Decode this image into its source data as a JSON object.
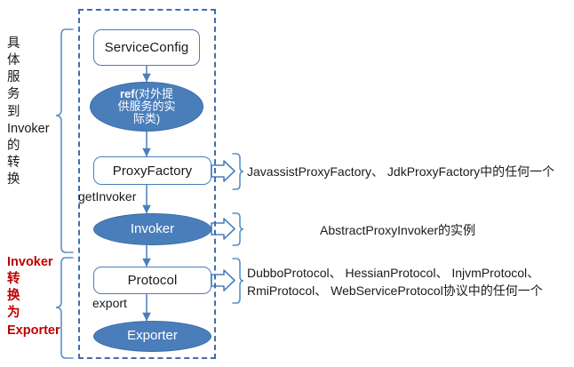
{
  "diagram": {
    "title": "Dubbo service export flow",
    "container_label": "service-export-flow-container",
    "colors": {
      "node_fill": "#4a7ebb",
      "node_stroke": "#4a7ebb",
      "dashed_border": "#3f6fb0",
      "brace": "#5b8fc9",
      "arrow": "#4a7ebb",
      "text_dark": "#1a1a1a",
      "text_red": "#c00000"
    }
  },
  "flow": {
    "nodes": [
      {
        "id": "service-config",
        "label": "ServiceConfig",
        "shape": "rounded-rect"
      },
      {
        "id": "ref",
        "label": "ref(对外提供服务的实际类)",
        "shape": "ellipse",
        "line1_bold": "ref",
        "line1_rest": "(对外提",
        "line2": "供服务的实",
        "line3": "际类)"
      },
      {
        "id": "proxy-factory",
        "label": "ProxyFactory",
        "shape": "rounded-rect"
      },
      {
        "id": "invoker",
        "label": "Invoker",
        "shape": "ellipse"
      },
      {
        "id": "protocol",
        "label": "Protocol",
        "shape": "rounded-rect"
      },
      {
        "id": "exporter",
        "label": "Exporter",
        "shape": "ellipse"
      }
    ],
    "edge_labels": [
      {
        "id": "get-invoker",
        "label": "getInvoker"
      },
      {
        "id": "export",
        "label": "export"
      }
    ]
  },
  "left_labels": [
    {
      "id": "phase-one",
      "color": "black",
      "text": "具体服务到Invoker的转换",
      "segments": [
        "具",
        "体",
        "服",
        "务",
        "到",
        "Invoker",
        "的",
        "转",
        "换"
      ]
    },
    {
      "id": "phase-two",
      "color": "red",
      "text": "Invoker转换为Exporter",
      "segments": [
        "Invoker",
        "转",
        "换",
        "为",
        "Exporter"
      ]
    }
  ],
  "right_annotations": [
    {
      "id": "proxy-factory-impls",
      "target": "ProxyFactory",
      "lines": [
        "JavassistProxyFactory、 JdkProxyFactory中的任何一个"
      ]
    },
    {
      "id": "invoker-impl",
      "target": "Invoker",
      "lines": [
        "AbstractProxyInvoker的实例"
      ]
    },
    {
      "id": "protocol-impls",
      "target": "Protocol",
      "lines": [
        "DubboProtocol、 HessianProtocol、 InjvmProtocol、",
        "RmiProtocol、 WebServiceProtocol协议中的任何一个"
      ]
    }
  ]
}
